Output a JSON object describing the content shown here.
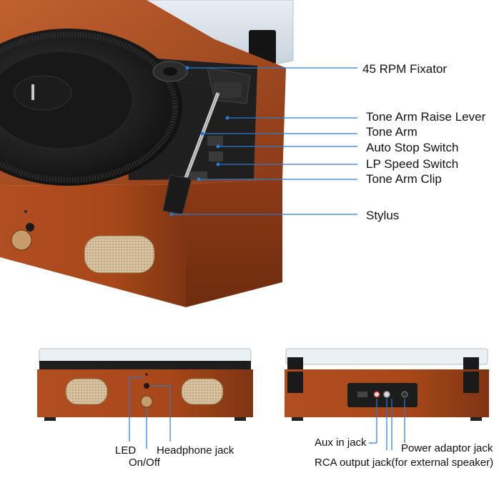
{
  "labels": {
    "fixator": "45 RPM Fixator",
    "raise_lever": "Tone Arm Raise Lever",
    "tone_arm": "Tone Arm",
    "auto_stop": "Auto Stop Switch",
    "lp_speed": "LP Speed Switch",
    "arm_clip": "Tone Arm Clip",
    "stylus": "Stylus",
    "led": "LED",
    "on_off": "On/Off",
    "headphone": "Headphone jack",
    "aux": "Aux in jack",
    "rca": "RCA output jack(for external speaker)",
    "power": "Power adaptor jack"
  },
  "colors": {
    "callout": "#2a7bd0",
    "wood": "#b4532a",
    "wood_dark": "#7f3517",
    "platter": "#1a1a1a",
    "plinth_black": "#222222",
    "grille": "#d9c7a8"
  }
}
